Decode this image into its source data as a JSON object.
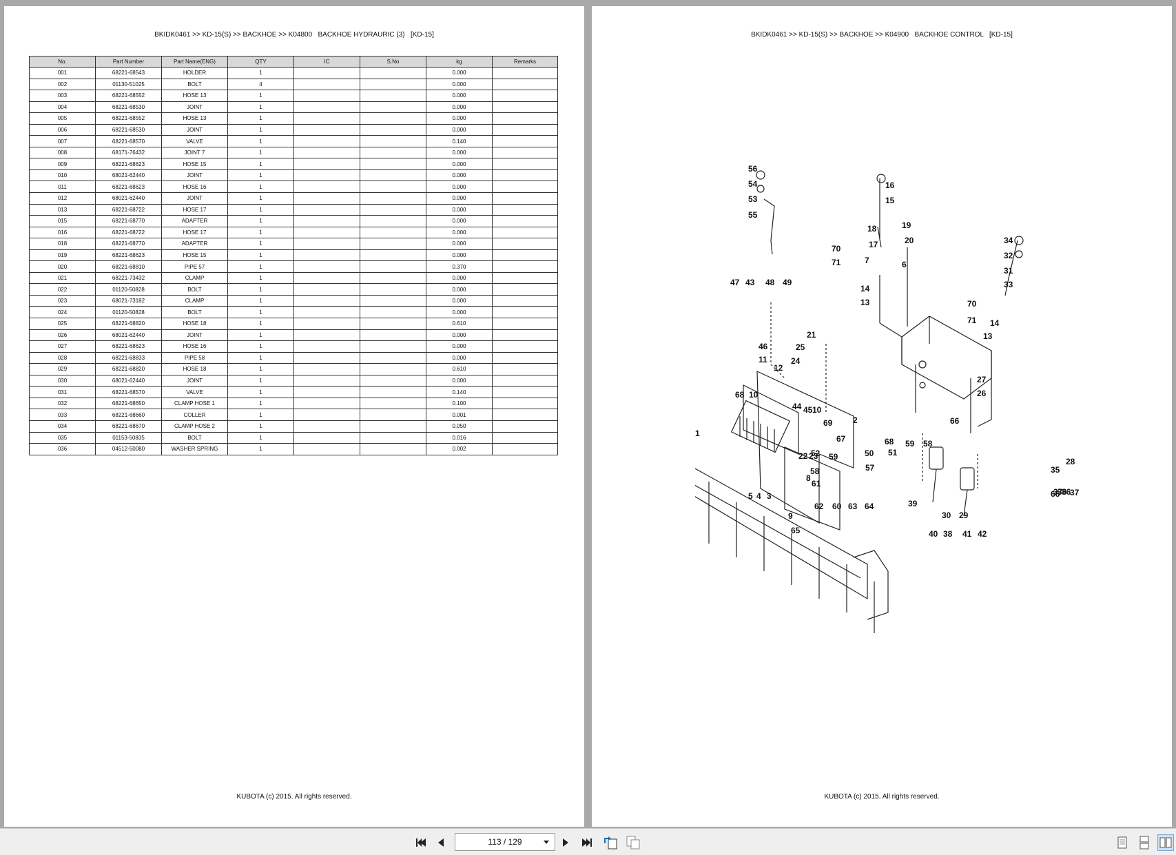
{
  "left_page": {
    "breadcrumb": "BKIDK0461 >> KD-15(S) >> BACKHOE >> K04800   BACKHOE HYDRAURIC (3)   [KD-15]",
    "footer": "KUBOTA (c) 2015. All rights reserved.",
    "table": {
      "headers": [
        "No.",
        "Part Number",
        "Part Name(ENG)",
        "QTY",
        "IC",
        "S.No",
        "kg",
        "Remarks"
      ],
      "rows": [
        [
          "001",
          "68221-68543",
          "HOLDER",
          "1",
          "",
          "",
          "0.000",
          ""
        ],
        [
          "002",
          "01130-51025",
          "BOLT",
          "4",
          "",
          "",
          "0.000",
          ""
        ],
        [
          "003",
          "68221-68552",
          "HOSE 13",
          "1",
          "",
          "",
          "0.000",
          ""
        ],
        [
          "004",
          "68221-68530",
          "JOINT",
          "1",
          "",
          "",
          "0.000",
          ""
        ],
        [
          "005",
          "68221-68552",
          "HOSE 13",
          "1",
          "",
          "",
          "0.000",
          ""
        ],
        [
          "006",
          "68221-68530",
          "JOINT",
          "1",
          "",
          "",
          "0.000",
          ""
        ],
        [
          "007",
          "68221-68570",
          "VALVE",
          "1",
          "",
          "",
          "0.140",
          ""
        ],
        [
          "008",
          "68171-76432",
          "JOINT 7",
          "1",
          "",
          "",
          "0.000",
          ""
        ],
        [
          "009",
          "68221-68623",
          "HOSE 15",
          "1",
          "",
          "",
          "0.000",
          ""
        ],
        [
          "010",
          "68021-62440",
          "JOINT",
          "1",
          "",
          "",
          "0.000",
          ""
        ],
        [
          "011",
          "68221-68623",
          "HOSE 16",
          "1",
          "",
          "",
          "0.000",
          ""
        ],
        [
          "012",
          "68021-62440",
          "JOINT",
          "1",
          "",
          "",
          "0.000",
          ""
        ],
        [
          "013",
          "68221-68722",
          "HOSE 17",
          "1",
          "",
          "",
          "0.000",
          ""
        ],
        [
          "015",
          "68221-68770",
          "ADAPTER",
          "1",
          "",
          "",
          "0.000",
          ""
        ],
        [
          "016",
          "68221-68722",
          "HOSE 17",
          "1",
          "",
          "",
          "0.000",
          ""
        ],
        [
          "018",
          "68221-68770",
          "ADAPTER",
          "1",
          "",
          "",
          "0.000",
          ""
        ],
        [
          "019",
          "68221-68623",
          "HOSE 15",
          "1",
          "",
          "",
          "0.000",
          ""
        ],
        [
          "020",
          "68221-68810",
          "PIPE 57",
          "1",
          "",
          "",
          "0.370",
          ""
        ],
        [
          "021",
          "68221-73432",
          "CLAMP",
          "1",
          "",
          "",
          "0.000",
          ""
        ],
        [
          "022",
          "01120-50828",
          "BOLT",
          "1",
          "",
          "",
          "0.000",
          ""
        ],
        [
          "023",
          "68021-73182",
          "CLAMP",
          "1",
          "",
          "",
          "0.000",
          ""
        ],
        [
          "024",
          "01120-50828",
          "BOLT",
          "1",
          "",
          "",
          "0.000",
          ""
        ],
        [
          "025",
          "68221-68820",
          "HOSE 18",
          "1",
          "",
          "",
          "0.610",
          ""
        ],
        [
          "026",
          "68021-62440",
          "JOINT",
          "1",
          "",
          "",
          "0.000",
          ""
        ],
        [
          "027",
          "68221-68623",
          "HOSE 16",
          "1",
          "",
          "",
          "0.000",
          ""
        ],
        [
          "028",
          "68221-68833",
          "PIPE 58",
          "1",
          "",
          "",
          "0.000",
          ""
        ],
        [
          "029",
          "68221-68820",
          "HOSE 18",
          "1",
          "",
          "",
          "0.610",
          ""
        ],
        [
          "030",
          "68021-62440",
          "JOINT",
          "1",
          "",
          "",
          "0.000",
          ""
        ],
        [
          "031",
          "68221-68570",
          "VALVE",
          "1",
          "",
          "",
          "0.140",
          ""
        ],
        [
          "032",
          "68221-68650",
          "CLAMP HOSE 1",
          "1",
          "",
          "",
          "0.100",
          ""
        ],
        [
          "033",
          "68221-68660",
          "COLLER",
          "1",
          "",
          "",
          "0.001",
          ""
        ],
        [
          "034",
          "68221-68670",
          "CLAMP HOSE 2",
          "1",
          "",
          "",
          "0.050",
          ""
        ],
        [
          "035",
          "01153-50835",
          "BOLT",
          "1",
          "",
          "",
          "0.016",
          ""
        ],
        [
          "036",
          "04512-50080",
          "WASHER SPRING",
          "1",
          "",
          "",
          "0.002",
          ""
        ]
      ]
    }
  },
  "right_page": {
    "breadcrumb": "BKIDK0461 >> KD-15(S) >> BACKHOE >> K04900   BACKHOE CONTROL   [KD-15]",
    "footer": "KUBOTA (c) 2015. All rights reserved.",
    "callouts": [
      "56",
      "54",
      "53",
      "55",
      "16",
      "15",
      "18",
      "19",
      "17",
      "20",
      "70",
      "71",
      "7",
      "6",
      "34",
      "32",
      "31",
      "33",
      "47",
      "43",
      "48",
      "49",
      "14",
      "13",
      "70",
      "71",
      "14",
      "13",
      "46",
      "21",
      "25",
      "24",
      "27",
      "26",
      "11",
      "12",
      "68",
      "10",
      "44",
      "45",
      "10",
      "69",
      "2",
      "68",
      "51",
      "59",
      "58",
      "66",
      "67",
      "1",
      "52",
      "23",
      "22",
      "50",
      "59",
      "57",
      "58",
      "61",
      "28",
      "35",
      "37",
      "36",
      "36",
      "37",
      "66",
      "8",
      "5",
      "4",
      "3",
      "62",
      "60",
      "63",
      "64",
      "39",
      "30",
      "29",
      "9",
      "65",
      "40",
      "38",
      "41",
      "42"
    ]
  },
  "toolbar": {
    "page_indicator": "113 / 129",
    "icons": [
      "first-page-icon",
      "prev-page-icon",
      "next-page-icon",
      "last-page-icon",
      "rotate-page-icon",
      "fit-page-icon",
      "single-page-view-icon",
      "continuous-view-icon",
      "two-page-view-icon"
    ]
  }
}
